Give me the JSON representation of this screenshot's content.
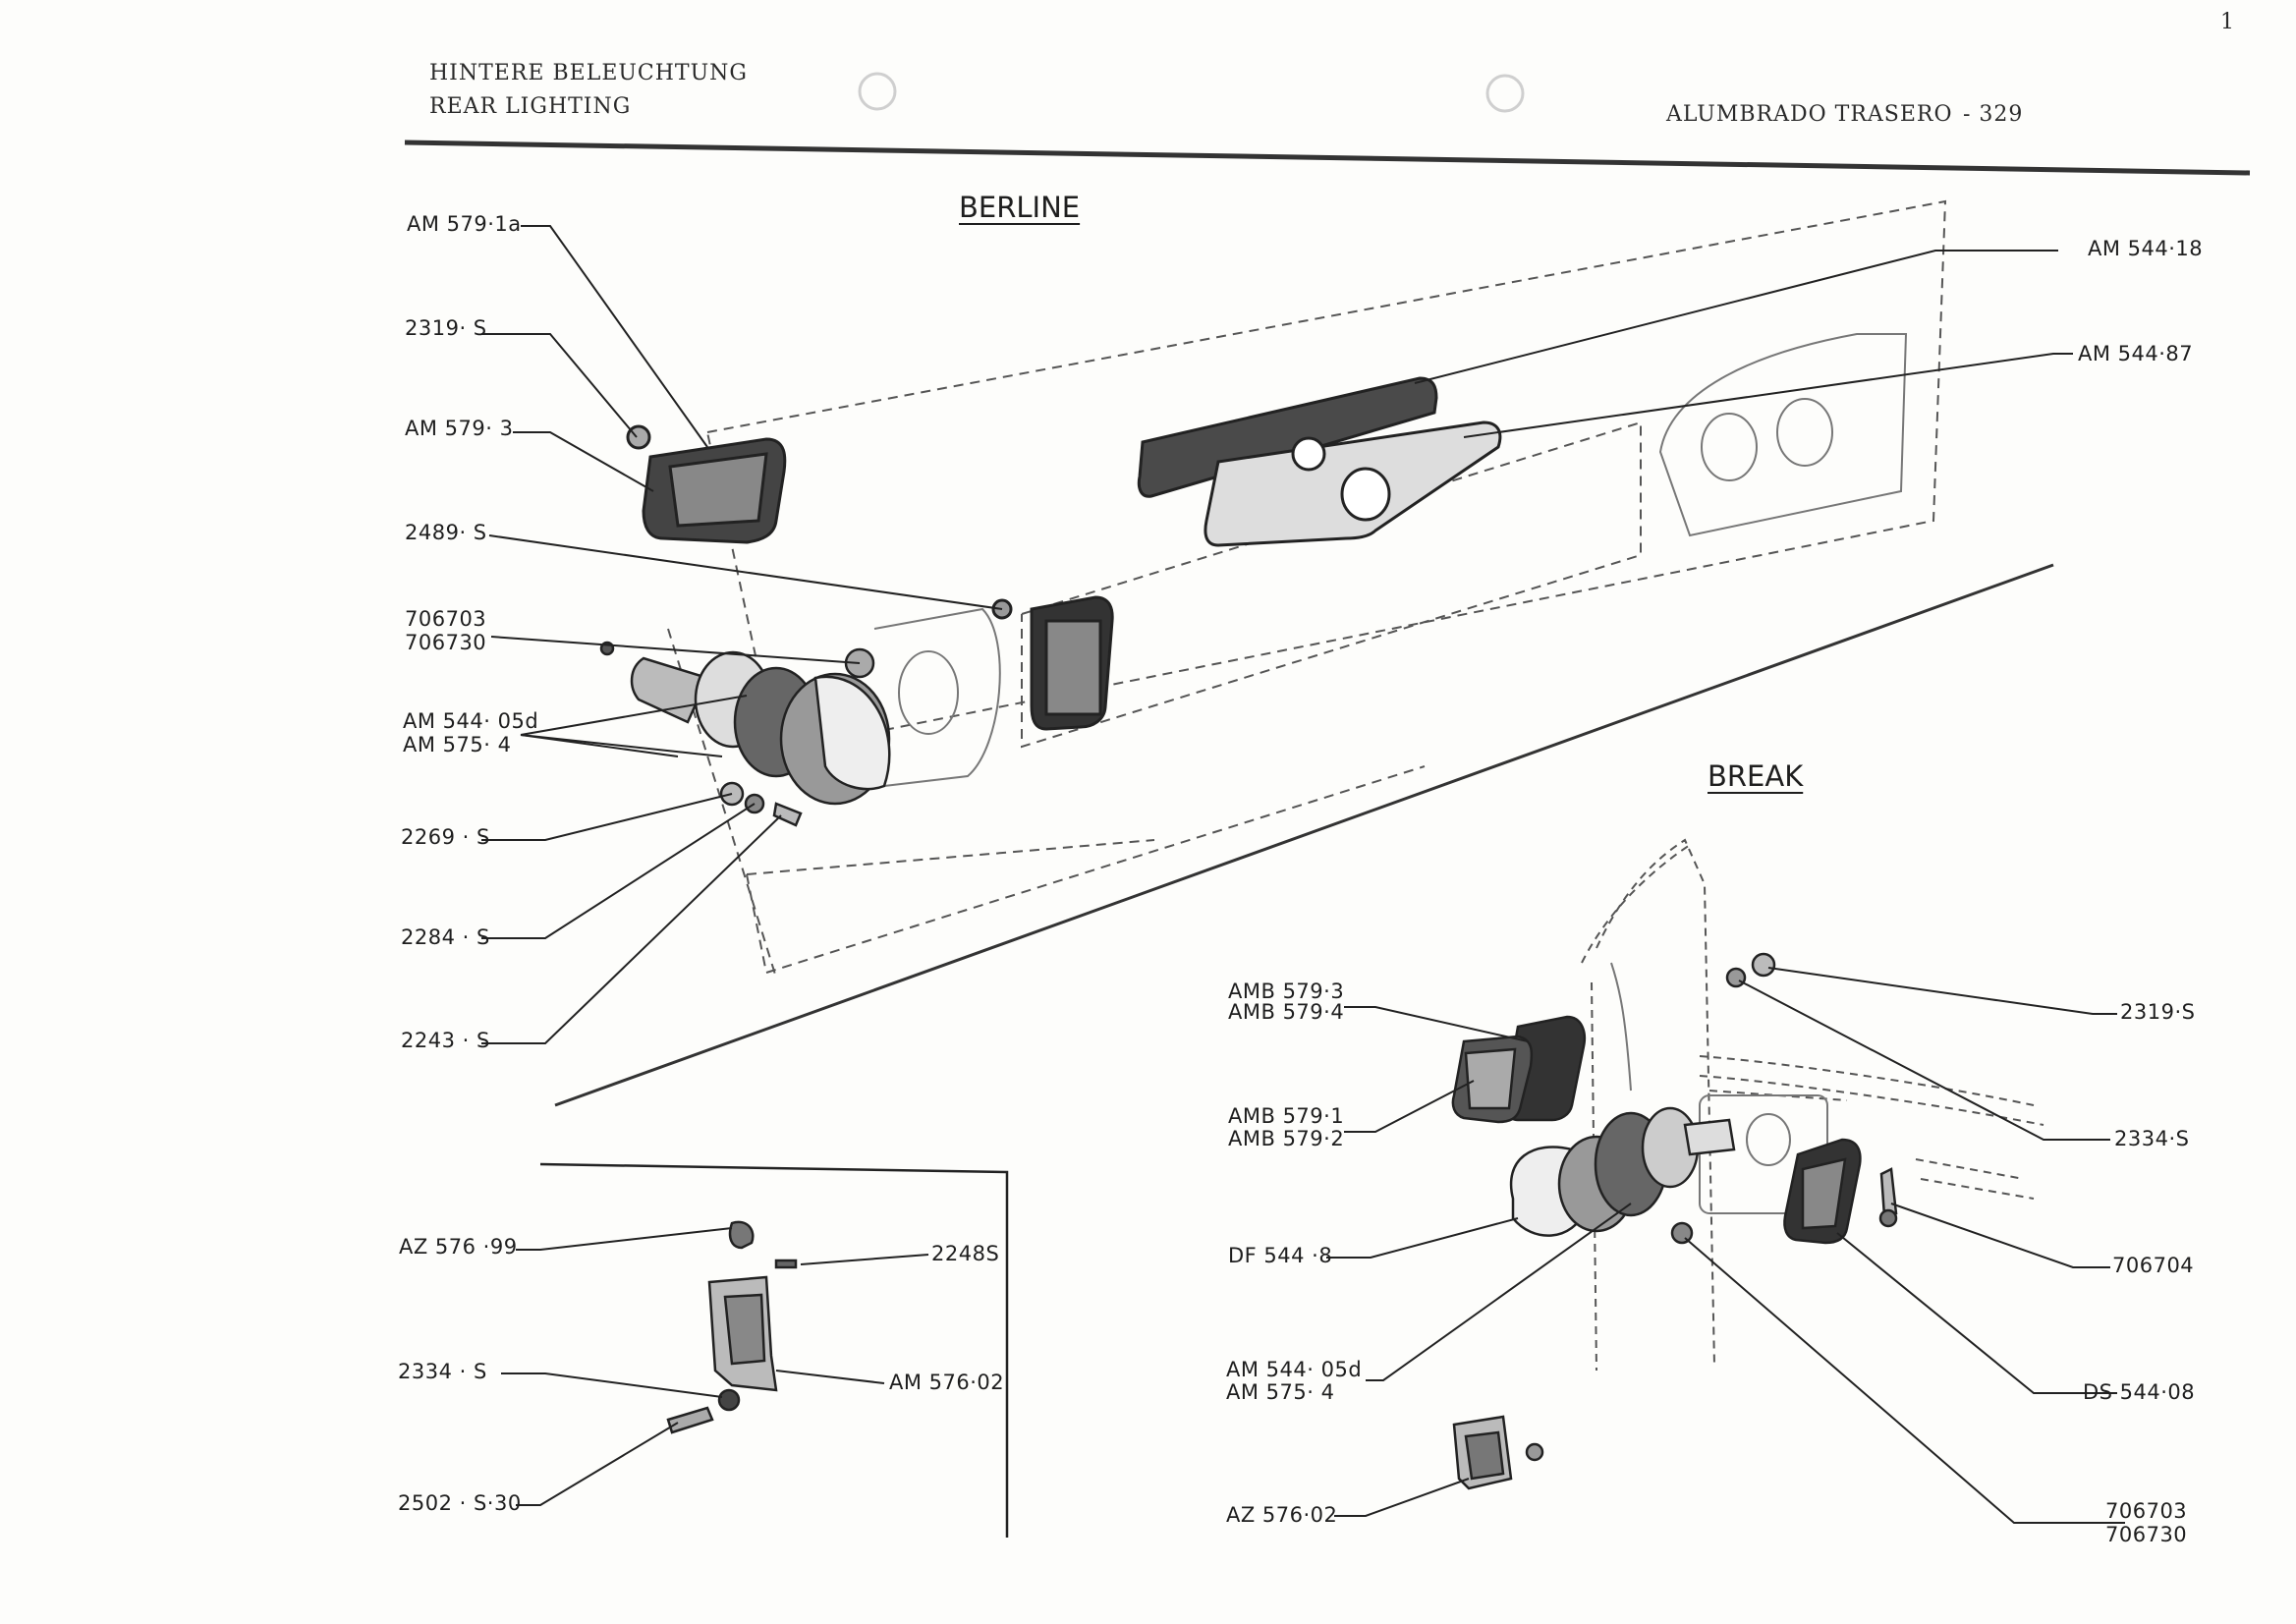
{
  "header": {
    "de_title": "HINTERE BELEUCHTUNG",
    "en_title": "REAR LIGHTING",
    "es_title": "ALUMBRADO TRASERO",
    "page_number": "- 329",
    "corner_mark": "1"
  },
  "sections": {
    "berline": "BERLINE",
    "break": "BREAK"
  },
  "parts": {
    "am579_1a": "AM 579·1a",
    "p2319s": "2319· S",
    "am579_3": "AM 579· 3",
    "p2489s": "2489· S",
    "p706703": "706703",
    "p706730": "706730",
    "am544_05d": "AM 544· 05d",
    "am575_4": "AM 575· 4",
    "p2269s": "2269 · S",
    "p2284s": "2284 · S",
    "p2243s": "2243 · S",
    "am544_18": "AM 544·18",
    "am544_87": "AM 544·87",
    "az576_99": "AZ 576 ·99",
    "p2248s": "2248S",
    "p2334s": "2334 · S",
    "am576_02": "AM 576·02",
    "p2502s30": "2502 · S·30",
    "amb579_3": "AMB 579·3",
    "amb579_4": "AMB 579·4",
    "amb579_1": "AMB 579·1",
    "amb579_2": "AMB 579·2",
    "df544_8": "DF 544 ·8",
    "br_am544_05d": "AM  544· 05d",
    "br_am575_4": "AM  575· 4",
    "az576_02": "AZ  576·02",
    "br_2319s": "2319·S",
    "br_2334s": "2334·S",
    "br_706704": "706704",
    "ds544_08": "DS 544·08",
    "br_706703": "706703",
    "br_706730": "706730"
  }
}
